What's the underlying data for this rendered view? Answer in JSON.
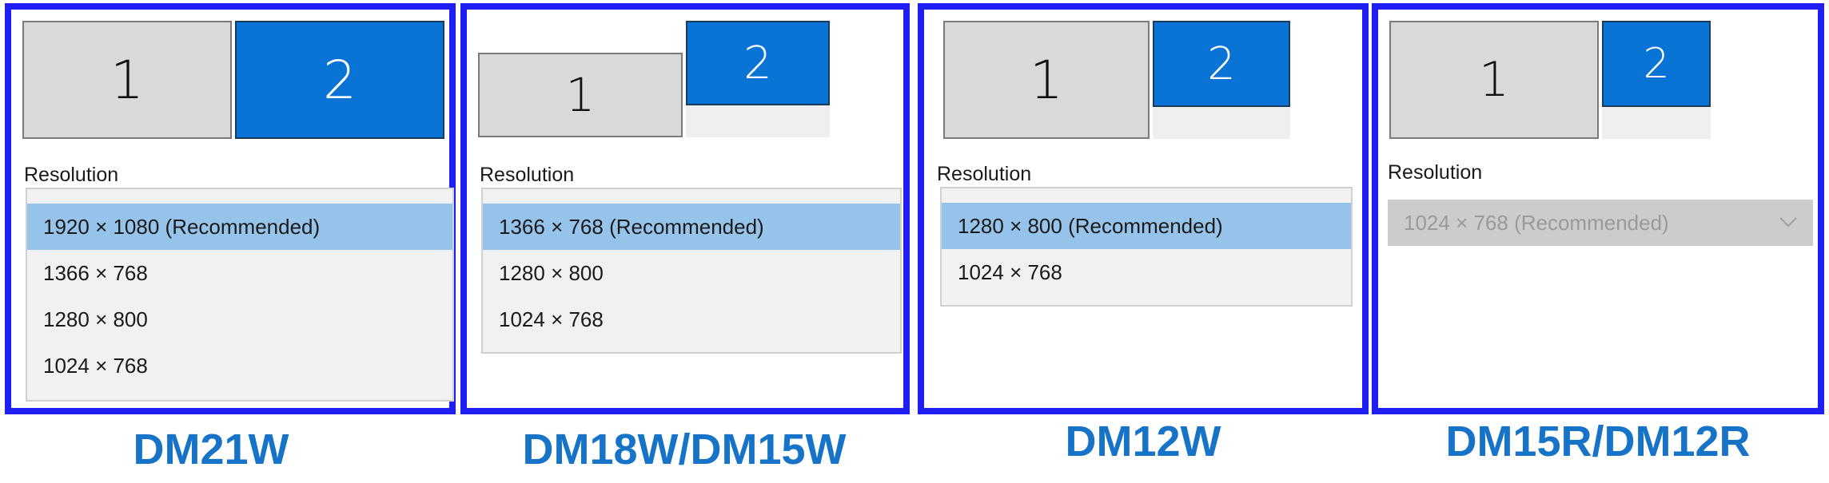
{
  "accent_color": "#1f1ff5",
  "monitor_selected_color": "#0a74d6",
  "monitor_idle_color": "#d9d9d9",
  "caption_color": "#1673c8",
  "panels": [
    {
      "caption": "DM21W",
      "monitor1_label": "1",
      "monitor2_label": "2",
      "resolution_label": "Resolution",
      "options": [
        "1920 × 1080 (Recommended)",
        "1366 × 768",
        "1280 × 800",
        "1024 × 768"
      ],
      "selected_option": "1920 × 1080 (Recommended)"
    },
    {
      "caption": "DM18W/DM15W",
      "monitor1_label": "1",
      "monitor2_label": "2",
      "resolution_label": "Resolution",
      "options": [
        "1366 × 768 (Recommended)",
        "1280 × 800",
        "1024 × 768"
      ],
      "selected_option": "1366 × 768 (Recommended)"
    },
    {
      "caption": "DM12W",
      "monitor1_label": "1",
      "monitor2_label": "2",
      "resolution_label": "Resolution",
      "options": [
        "1280 × 800 (Recommended)",
        "1024 × 768"
      ],
      "selected_option": "1280 × 800 (Recommended)"
    },
    {
      "caption": "DM15R/DM12R",
      "monitor1_label": "1",
      "monitor2_label": "2",
      "resolution_label": "Resolution",
      "select_value": "1024 × 768 (Recommended)",
      "select_disabled": true,
      "select_icon": "chevron-down-icon"
    }
  ]
}
